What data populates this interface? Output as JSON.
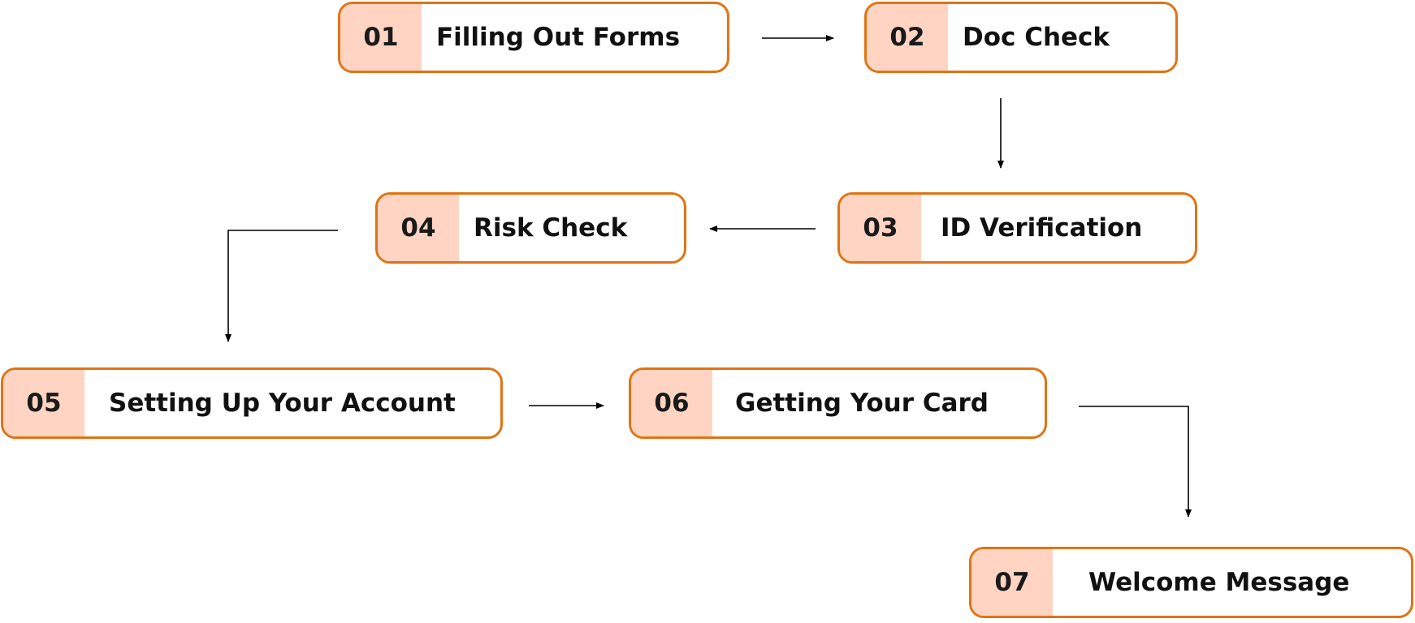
{
  "steps": [
    {
      "number": "01",
      "label": "Filling Out Forms"
    },
    {
      "number": "02",
      "label": "Doc Check"
    },
    {
      "number": "03",
      "label": "ID Verification"
    },
    {
      "number": "04",
      "label": "Risk Check"
    },
    {
      "number": "05",
      "label": "Setting Up Your Account"
    },
    {
      "number": "06",
      "label": "Getting Your Card"
    },
    {
      "number": "07",
      "label": "Welcome Message"
    }
  ],
  "colors": {
    "border": "#e07414",
    "number_fill": "#ffd4c2",
    "text": "#111111",
    "arrow": "#000000"
  }
}
